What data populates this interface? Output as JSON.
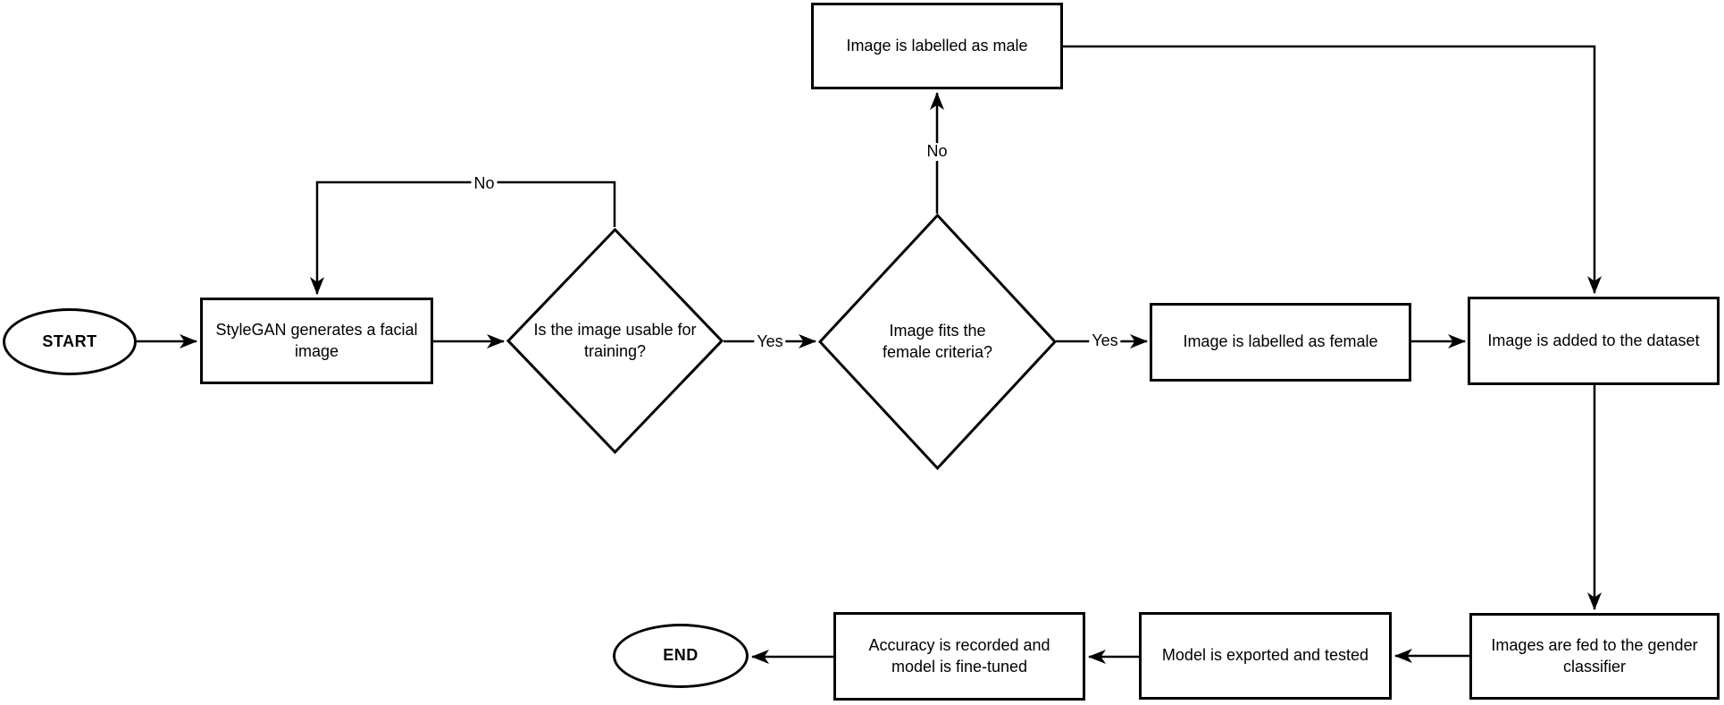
{
  "diagram": {
    "type": "flowchart",
    "nodes": {
      "start": {
        "label": "START",
        "shape": "ellipse"
      },
      "stylegan": {
        "label": "StyleGAN generates a facial image",
        "shape": "rectangle"
      },
      "usable_decision": {
        "label": "Is the image usable for training?",
        "shape": "diamond"
      },
      "female_decision": {
        "label": "Image fits the female criteria?",
        "shape": "diamond"
      },
      "male_label": {
        "label": "Image is labelled as male",
        "shape": "rectangle"
      },
      "female_label": {
        "label": "Image is labelled as female",
        "shape": "rectangle"
      },
      "dataset": {
        "label": "Image is added to the dataset",
        "shape": "rectangle"
      },
      "classifier": {
        "label": "Images are fed to the gender classifier",
        "shape": "rectangle"
      },
      "model": {
        "label": "Model is exported and tested",
        "shape": "rectangle"
      },
      "accuracy": {
        "label": "Accuracy is recorded and model is fine-tuned",
        "shape": "rectangle"
      },
      "end": {
        "label": "END",
        "shape": "ellipse"
      }
    },
    "edge_labels": {
      "usable_no": "No",
      "usable_yes": "Yes",
      "criteria_no": "No",
      "criteria_yes": "Yes"
    },
    "colors": {
      "stroke": "#000000",
      "fill": "#ffffff",
      "text": "#000000"
    }
  }
}
